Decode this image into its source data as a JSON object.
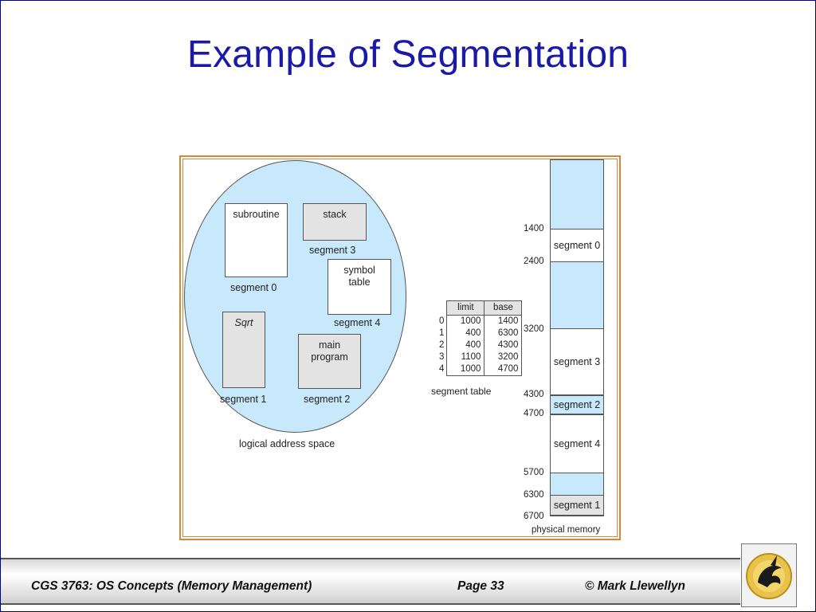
{
  "title": "Example of Segmentation",
  "logical": {
    "caption": "logical address space",
    "subroutine": "subroutine",
    "stack": "stack",
    "symbol_table_1": "symbol",
    "symbol_table_2": "table",
    "sqrt": "Sqrt",
    "main_1": "main",
    "main_2": "program",
    "seg0": "segment 0",
    "seg1": "segment 1",
    "seg2": "segment 2",
    "seg3": "segment 3",
    "seg4": "segment 4"
  },
  "segment_table": {
    "caption": "segment table",
    "headers": [
      "limit",
      "base"
    ],
    "rows": [
      {
        "index": "0",
        "limit": "1000",
        "base": "1400"
      },
      {
        "index": "1",
        "limit": "400",
        "base": "6300"
      },
      {
        "index": "2",
        "limit": "400",
        "base": "4300"
      },
      {
        "index": "3",
        "limit": "1100",
        "base": "3200"
      },
      {
        "index": "4",
        "limit": "1000",
        "base": "4700"
      }
    ]
  },
  "physical": {
    "caption": "physical memory",
    "addresses": [
      "1400",
      "2400",
      "3200",
      "4300",
      "4700",
      "5700",
      "6300",
      "6700"
    ],
    "seg0": "segment 0",
    "seg3": "segment 3",
    "seg2": "segment 2",
    "seg4": "segment 4",
    "seg1": "segment 1"
  },
  "footer": {
    "course": "CGS 3763: OS Concepts  (Memory Management)",
    "page": "Page 33",
    "author": "© Mark Llewellyn"
  },
  "colors": {
    "title": "#1a1aa6",
    "frame": "#d6873c",
    "light_blue": "#c8e9fb",
    "gray_fill": "#e3e3e3"
  }
}
